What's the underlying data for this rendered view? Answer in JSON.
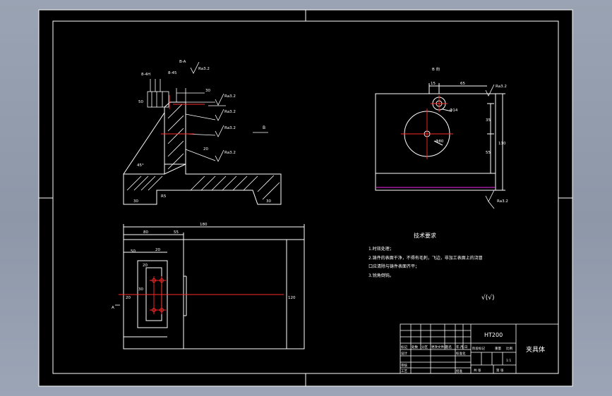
{
  "drawing": {
    "section_label": "B-A",
    "view_label": "B 向",
    "arrow_label": "B",
    "colors": {
      "background": "#000000",
      "lines": "#ffffff",
      "center_lines": "#ff2a2a",
      "accent_line": "#c020c0",
      "outer_frame": "#9aa3b3"
    },
    "section_dims": {
      "ra_top": "Ra3.2",
      "ra_1": "Ra3.2",
      "ra_2": "Ra3.2",
      "ra_3": "Ra3.2",
      "ra_4": "Ra3.2",
      "top_left_a": "8-4H",
      "top_left_b": "8-45",
      "left_height": "50",
      "right_a": "30",
      "right_b": "20",
      "angle": "45°",
      "bottom_left": "30",
      "bottom_right": "30",
      "chamfer": "R5"
    },
    "plan_dims": {
      "overall_width": "180",
      "left_width": "80",
      "second_width": "55",
      "d_a": "20",
      "d_b": "50",
      "d_c": "20",
      "d_d": "30",
      "d_e": "20",
      "height": "120",
      "arrow_label": "A"
    },
    "view_dims": {
      "ra": "Ra3.2",
      "top_a": "15",
      "top_b": "65",
      "hole": "Φ14",
      "circle": "Φ80",
      "right_a": "35",
      "right_b": "55",
      "right_total": "110",
      "bottom_ra": "Ra3.2"
    },
    "notes": {
      "title": "技术要求",
      "items": [
        "1.时效处理；",
        "2.铸件的表面干净，不得有毛刺，飞边，非加工表面上的浇冒",
        "口应清除与铸件表面齐平；",
        "3.锐角倒钝。"
      ]
    },
    "roughness_symbol": "√(√)",
    "title_block": {
      "material": "HT200",
      "part_name": "夹具体",
      "row_labels_left": [
        "标记",
        "处数",
        "分区",
        "更改文件号",
        "签名",
        "年.月.日"
      ],
      "design": "设计",
      "standardization": "标准化",
      "review": "审核",
      "process": "工艺",
      "approve": "批准",
      "stage_labels": [
        "阶段标记",
        "重量",
        "比例"
      ],
      "scale": "1:1",
      "sheet_a": "共 张",
      "sheet_b": "第 张"
    }
  }
}
